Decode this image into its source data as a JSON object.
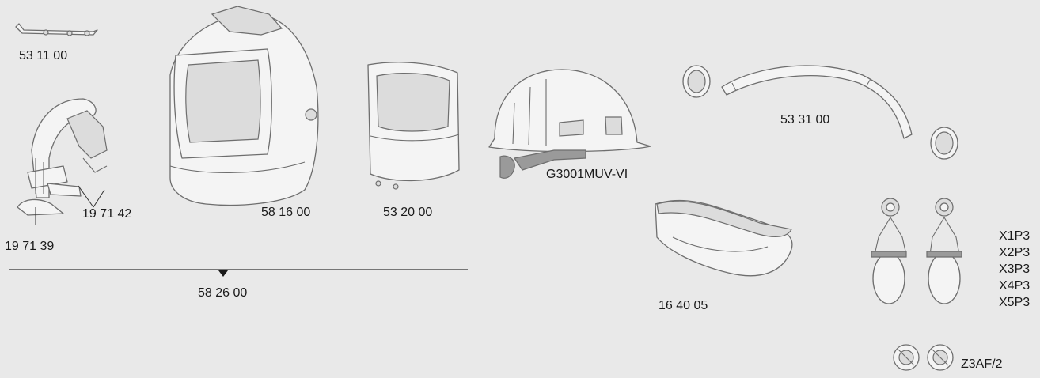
{
  "parts": [
    {
      "id": "headband-strap",
      "code": "53 11 00"
    },
    {
      "id": "headband-mechanism-a",
      "code": "19 71 42"
    },
    {
      "id": "headband-mechanism-b",
      "code": "19 71 39"
    },
    {
      "id": "helmet-shell",
      "code": "58 16 00"
    },
    {
      "id": "visor-front",
      "code": "53 20 00"
    },
    {
      "id": "hard-hat",
      "code": "G3001MUV-VI"
    },
    {
      "id": "adapter-strip",
      "code": "53 31 00"
    },
    {
      "id": "sweatband",
      "code": "16 40 05"
    },
    {
      "id": "ear-muff-adapter",
      "codes": [
        "X1P3",
        "X2P3",
        "X3P3",
        "X4P3",
        "X5P3"
      ]
    },
    {
      "id": "z3af-attachment",
      "code": "Z3AF/2"
    }
  ],
  "assembly": {
    "code": "58 26 00"
  },
  "colors": {
    "background": "#e9e9e9",
    "line": "#6e6e6e",
    "text": "#1a1a1a"
  }
}
